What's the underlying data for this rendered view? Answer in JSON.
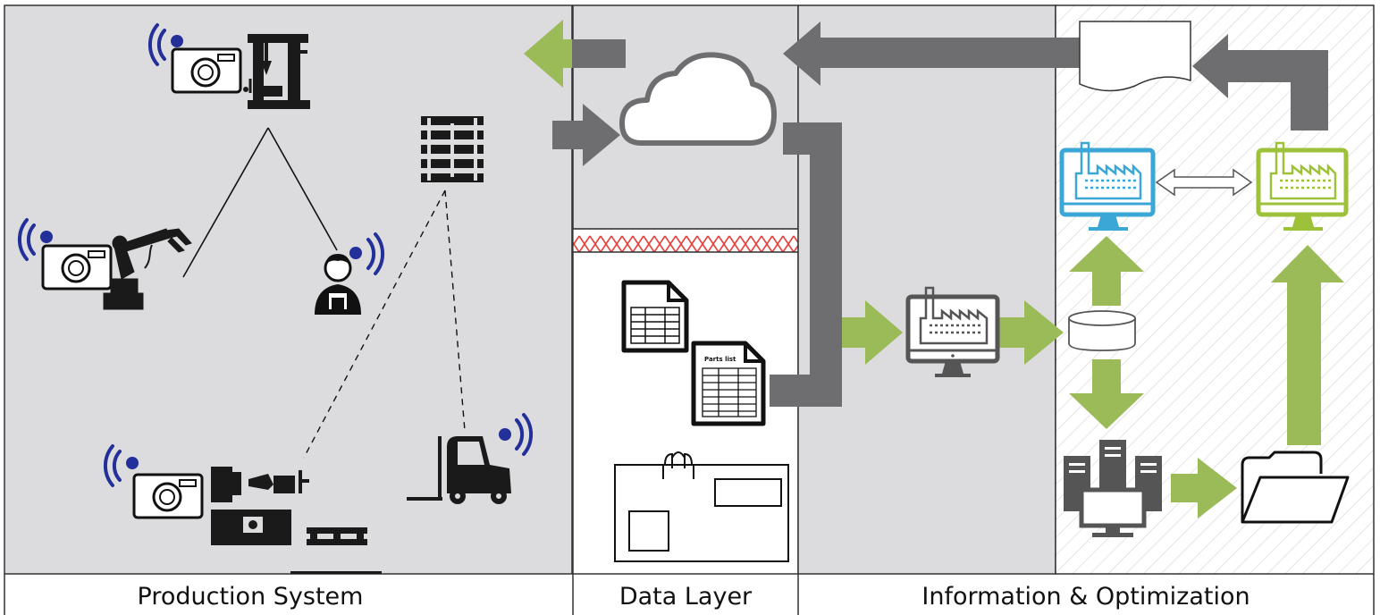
{
  "sections": {
    "production": "Production System",
    "data_layer": "Data Layer",
    "information": "Information & Optimization"
  },
  "document_label": "Parts list",
  "colors": {
    "panel": "#dcdcde",
    "gray_arrow": "#6e6e70",
    "green_arrow": "#9bbb59",
    "sensor_blue": "#24309a",
    "red_band": "#e8413b",
    "monitor_blue": "#3aa7d6",
    "monitor_green": "#9dc23a",
    "dark": "#1a1a1a"
  },
  "icons": [
    "camera-icon",
    "signal-icon",
    "drill-press-icon",
    "robot-arm-icon",
    "worker-icon",
    "shelf-icon",
    "lathe-icon",
    "pallet-icon",
    "forklift-icon",
    "cloud-icon",
    "document-icon",
    "floor-plan-icon",
    "factory-monitor-icon",
    "database-icon",
    "server-icon",
    "folder-icon",
    "report-icon"
  ]
}
